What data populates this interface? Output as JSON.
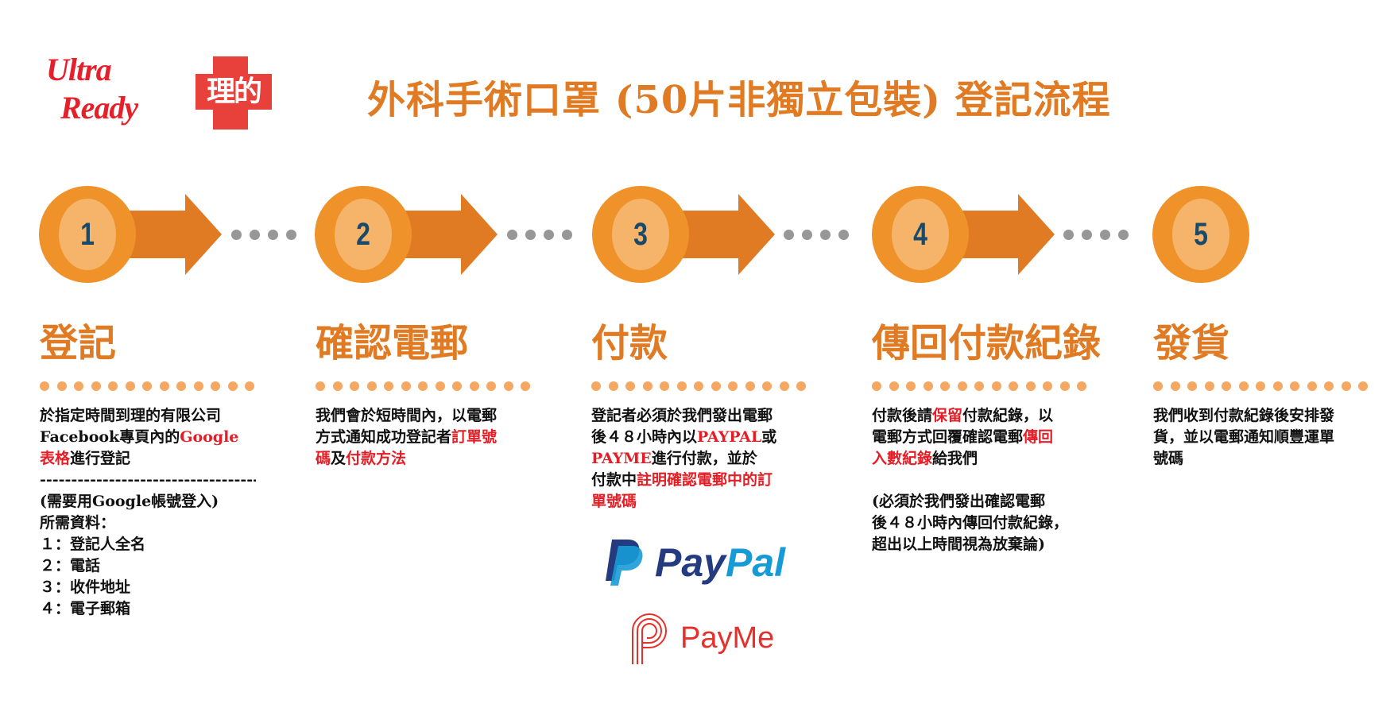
{
  "logo": {
    "ultra_line1": "Ultra",
    "ultra_line2": "Ready",
    "brand_cn": "理的"
  },
  "title": "外科手術口罩 (50片非獨立包裝) 登記流程",
  "colors": {
    "orange": "#e07b24",
    "circle": "#f0922a",
    "circle_inner": "#f5b469",
    "number": "#1a4a6a",
    "red": "#e41e26"
  },
  "steps": [
    {
      "number": "1",
      "heading": "登記"
    },
    {
      "number": "2",
      "heading": "確認電郵"
    },
    {
      "number": "3",
      "heading": "付款"
    },
    {
      "number": "4",
      "heading": "傳回付款紀錄"
    },
    {
      "number": "5",
      "heading": "發貨"
    }
  ],
  "col1": {
    "l1": "於指定時間到理的有限公司",
    "l2a": "Facebook專頁內的",
    "l2b": "Google",
    "l3a": "表格",
    "l3b": "進行登記",
    "sep": "------------------------------------",
    "l4": "(需要用Google帳號登入)",
    "l5": "所需資料：",
    "items": [
      "１：登記人全名",
      "２：電話",
      "３：收件地址",
      "４：電子郵箱"
    ]
  },
  "col2": {
    "l1": "我們會於短時間內，以電郵",
    "l2a": "方式通知成功登記者",
    "l2b": "訂單號",
    "l3a": "碼",
    "l3b": "及",
    "l3c": "付款方法"
  },
  "col3": {
    "l1": "登記者必須於我們發出電郵",
    "l2a": "後４８小時內以",
    "l2b": "PAYPAL",
    "l2c": "或",
    "l3a": "PAYME",
    "l3b": "進行付款，並於",
    "l4a": "付款中",
    "l4b": "註明確認電郵中的訂",
    "l5": "單號碼"
  },
  "col4": {
    "l1a": "付款後請",
    "l1b": "保留",
    "l1c": "付款紀錄，以",
    "l2a": "電郵方式回覆確認電郵",
    "l2b": "傳回",
    "l3a": "入數紀錄",
    "l3b": "給我們",
    "n1": "(必須於我們發出確認電郵",
    "n2": "後４８小時內傳回付款紀錄，",
    "n3": "超出以上時間視為放棄論)"
  },
  "col5": {
    "l1": "我們收到付款紀錄後安排發",
    "l2": "貨，並以電郵通知順豐運單",
    "l3": "號碼"
  },
  "payments": {
    "paypal": "PayPal",
    "paypal_a": "Pay",
    "paypal_b": "Pal",
    "payme": "PayMe"
  }
}
